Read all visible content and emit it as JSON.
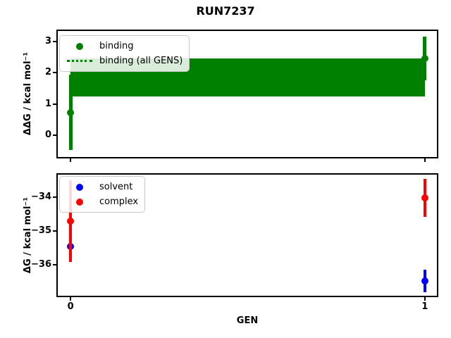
{
  "title": "RUN7237",
  "axes": {
    "top": {
      "ylabel": "ΔΔG / kcal mol⁻¹",
      "legend": [
        {
          "label": "binding",
          "marker": "dot",
          "color": "#008000"
        },
        {
          "label": "binding (all GENS)",
          "marker": "dotted-line",
          "color": "#008000"
        }
      ]
    },
    "bottom": {
      "ylabel": "ΔG / kcal mol⁻¹",
      "xlabel": "GEN",
      "legend": [
        {
          "label": "solvent",
          "marker": "dot",
          "color": "#0000ff"
        },
        {
          "label": "complex",
          "marker": "dot",
          "color": "#ff0000"
        }
      ]
    }
  },
  "chart_data": [
    {
      "type": "scatter",
      "panel": "top",
      "title": "RUN7237",
      "ylabel": "ΔΔG / kcal mol⁻¹",
      "x": [
        0,
        1
      ],
      "xlim": [
        -0.036,
        1.034
      ],
      "ylim": [
        -0.7,
        3.34
      ],
      "xticks": [
        0,
        1
      ],
      "xticklabels": null,
      "yticks": [
        0,
        1,
        2,
        3
      ],
      "yticklabels": [
        "0",
        "1",
        "2",
        "3"
      ],
      "grid": false,
      "legend_position": "upper left",
      "series": [
        {
          "name": "binding",
          "color": "#008000",
          "marker": "circle",
          "line_width": 5,
          "y": [
            0.73,
            2.45
          ],
          "yerr": [
            1.2,
            0.7
          ]
        }
      ],
      "band": {
        "name": "binding (all GENS)",
        "color": "#008000",
        "linestyle": "dotted",
        "x_span": [
          0,
          1
        ],
        "center": 1.85,
        "lo": 1.25,
        "hi": 2.45
      }
    },
    {
      "type": "scatter",
      "panel": "bottom",
      "ylabel": "ΔG / kcal mol⁻¹",
      "xlabel": "GEN",
      "x": [
        0,
        1
      ],
      "xlim": [
        -0.036,
        1.034
      ],
      "ylim": [
        -36.92,
        -33.33
      ],
      "xticks": [
        0,
        1
      ],
      "xticklabels": [
        "0",
        "1"
      ],
      "yticks": [
        -34,
        -35,
        -36
      ],
      "yticklabels": [
        "−34",
        "−35",
        "−36"
      ],
      "grid": false,
      "legend_position": "upper left",
      "series": [
        {
          "name": "solvent",
          "color": "#0000ff",
          "marker": "circle",
          "line_width": 4,
          "y": [
            -35.45,
            -36.48
          ],
          "yerr": [
            0.35,
            0.33
          ]
        },
        {
          "name": "complex",
          "color": "#ff0000",
          "marker": "circle",
          "line_width": 4,
          "y": [
            -34.71,
            -34.02
          ],
          "yerr": [
            1.21,
            0.57
          ]
        }
      ]
    }
  ]
}
